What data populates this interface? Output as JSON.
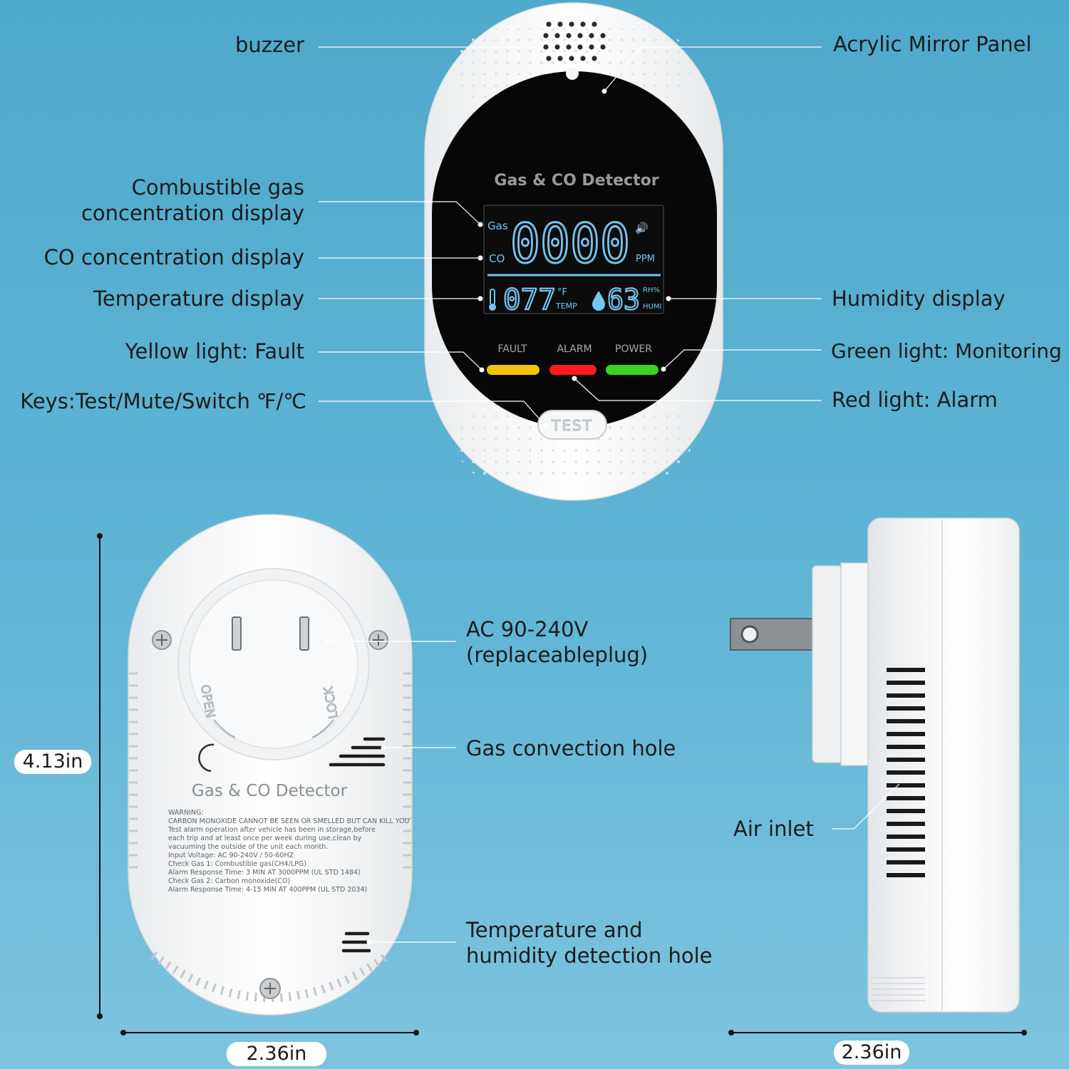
{
  "front_device": {
    "panel_title": "Gas & CO Detector",
    "gas_label": "Gas",
    "co_label": "CO",
    "main_reading": "0000",
    "unit": "PPM",
    "temperature": "077",
    "temp_unit": "°F",
    "temp_label": "TEMP",
    "humidity": "63",
    "humidity_unit": "RH%",
    "humidity_label": "HUMI",
    "indicators": [
      {
        "label": "FAULT",
        "color": "#f2c400"
      },
      {
        "label": "ALARM",
        "color": "#ff1d1d"
      },
      {
        "label": "POWER",
        "color": "#39d320"
      }
    ],
    "button_label": "TEST",
    "lcd_color": "#74c6f2"
  },
  "callouts": {
    "buzzer": "buzzer",
    "acrylic_panel": "Acrylic Mirror Panel",
    "gas_display_line1": "Combustible gas",
    "gas_display_line2": "concentration display",
    "co_display": "CO concentration display",
    "temp_display": "Temperature display",
    "humidity_display": "Humidity display",
    "yellow_light": "Yellow light: Fault",
    "green_light": "Green light: Monitoring",
    "keys": "Keys:Test/Mute/Switch ℉/℃",
    "red_light": "Red light: Alarm",
    "ac_line1": "AC 90-240V",
    "ac_line2": "(replaceableplug)",
    "gas_hole": "Gas convection hole",
    "air_inlet": "Air inlet",
    "temp_hole_line1": "Temperature and",
    "temp_hole_line2": "humidity detection hole"
  },
  "back_device": {
    "title": "Gas & CO Detector",
    "ring_open": "OPEN",
    "ring_lock": "LOCK",
    "warning_lines": [
      "WARNING:",
      "CARBON MONOXIDE CANNOT BE SEEN OR SMELLED BUT CAN KILL YOU",
      "Test alarm operation after vehicle has been in storage,before",
      "each trip and at least once per week during use,clean by",
      "vacuuming the outside of the unit each month.",
      "Input Voltage: AC 90-240V / 50-60HZ",
      "Check Gas 1: Combustible gas(CH4/LPG)",
      "Alarm Response Time: 3 MIN AT 3000PPM  (UL STD 1484)",
      "Check Gas 2: Carbon monoxide(CO)",
      "Alarm Response Time: 4-15 MIN AT 400PPM  (UL STD 2034)"
    ]
  },
  "dimensions": {
    "height_value": "4.13",
    "height_unit": "in",
    "width_back_value": "2.36",
    "width_back_unit": "in",
    "depth_side_value": "2.36",
    "depth_side_unit": "in"
  }
}
